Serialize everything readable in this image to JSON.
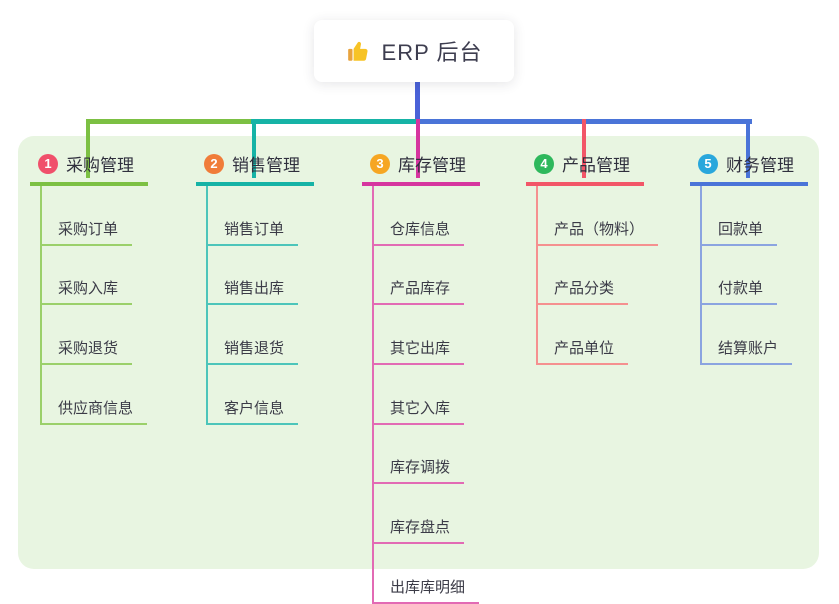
{
  "root": {
    "title": "ERP 后台",
    "icon": "thumbs-up-icon",
    "line_color": "#4a62d8"
  },
  "panel": {
    "background": "#e8f5e1"
  },
  "branches": [
    {
      "index": "1",
      "title": "采购管理",
      "badge_color": "#f0506b",
      "line_color": "#7cc043",
      "item_line_color": "#9bd06a",
      "items": [
        "采购订单",
        "采购入库",
        "采购退货",
        "供应商信息"
      ]
    },
    {
      "index": "2",
      "title": "销售管理",
      "badge_color": "#f07c39",
      "line_color": "#16b3a6",
      "item_line_color": "#4cc5ba",
      "items": [
        "销售订单",
        "销售出库",
        "销售退货",
        "客户信息"
      ]
    },
    {
      "index": "3",
      "title": "库存管理",
      "badge_color": "#f6a623",
      "line_color": "#d6359f",
      "item_line_color": "#e26ab4",
      "items": [
        "仓库信息",
        "产品库存",
        "其它出库",
        "其它入库",
        "库存调拨",
        "库存盘点",
        "出库库明细"
      ]
    },
    {
      "index": "4",
      "title": "产品管理",
      "badge_color": "#2eb85c",
      "line_color": "#f25668",
      "item_line_color": "#f5908f",
      "items": [
        "产品（物料）",
        "产品分类",
        "产品单位"
      ]
    },
    {
      "index": "5",
      "title": "财务管理",
      "badge_color": "#29a7dc",
      "line_color": "#4a74d8",
      "item_line_color": "#8ba4e0",
      "items": [
        "回款单",
        "付款单",
        "结算账户"
      ]
    }
  ]
}
